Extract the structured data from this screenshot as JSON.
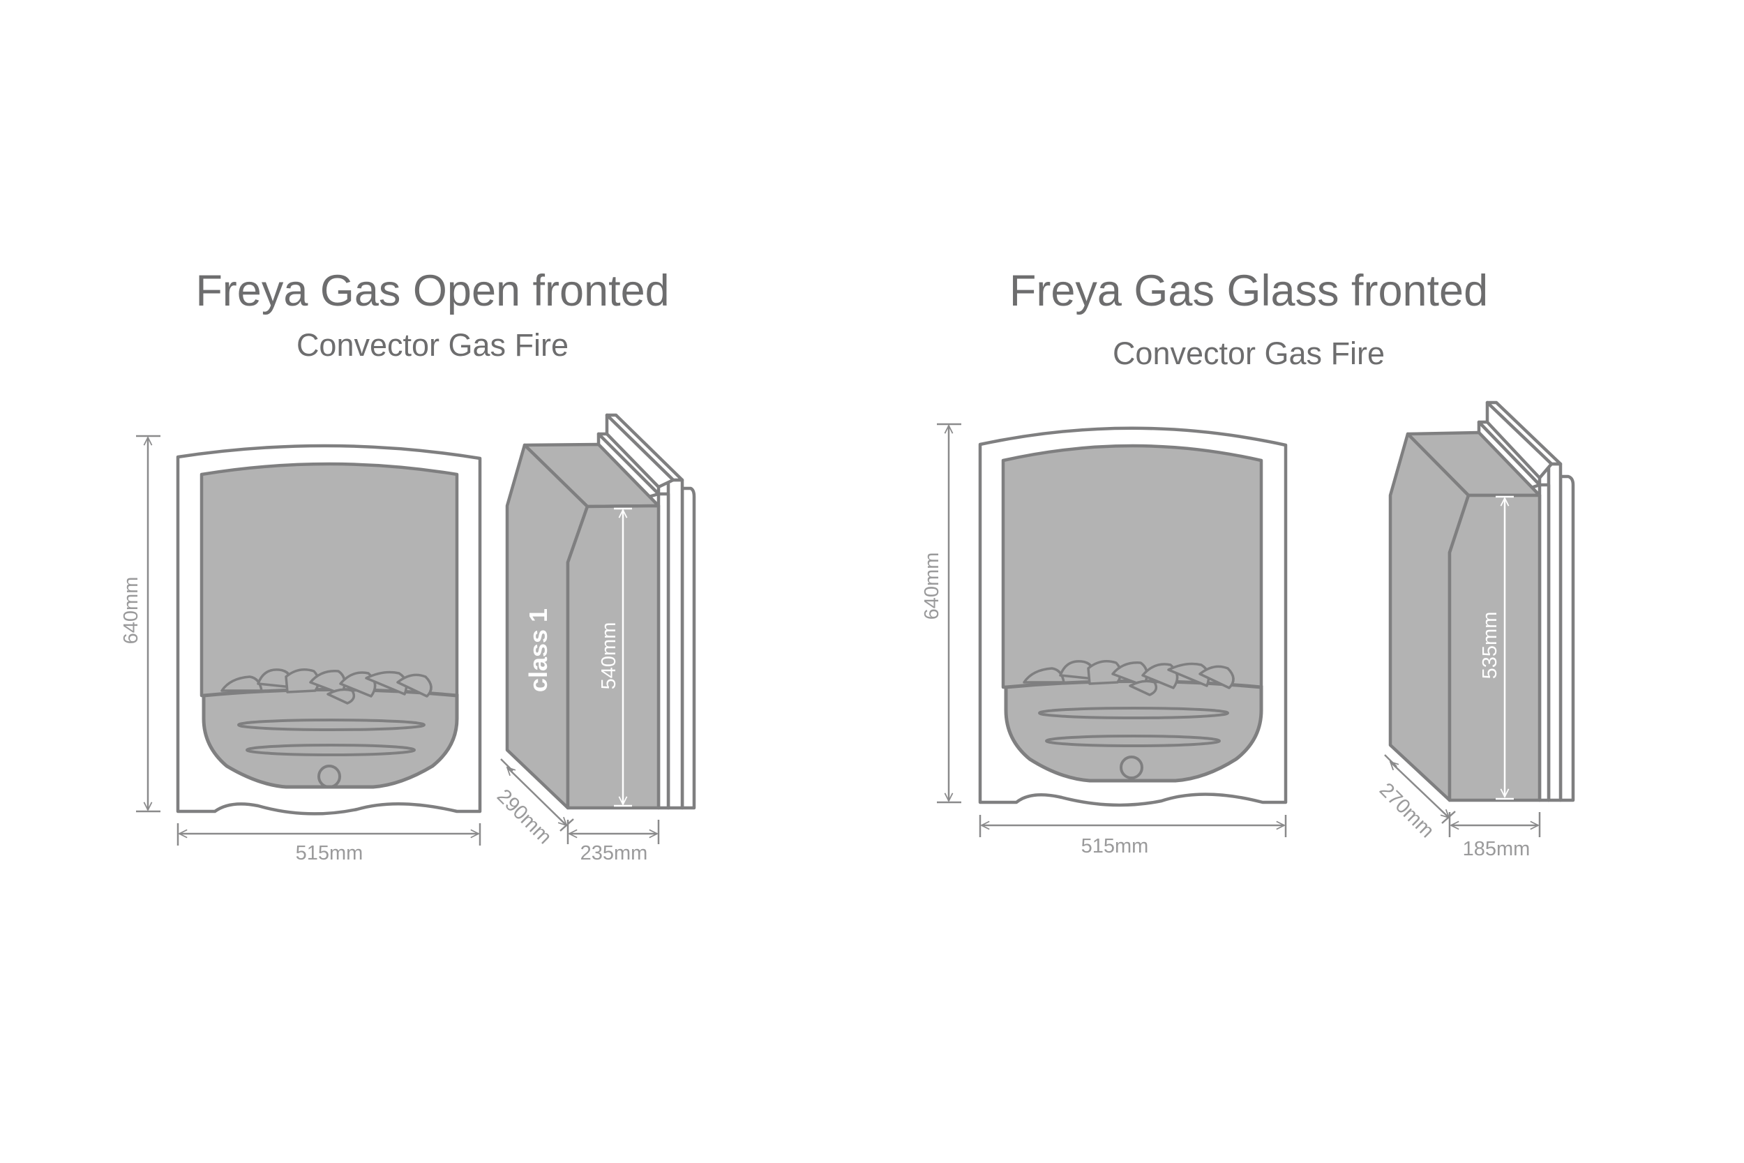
{
  "colors": {
    "outline": "#7f7f80",
    "fill": "#b3b3b3",
    "title_text": "#6d6d6e",
    "dimension_text": "#9a9a9b",
    "background": "#ffffff"
  },
  "products": [
    {
      "title": "Freya Gas Open fronted",
      "subtitle": "Convector Gas Fire",
      "front_view": {
        "height_label": "640mm",
        "width_label": "515mm"
      },
      "side_view": {
        "badge_label": "class 1",
        "inner_height_label": "540mm",
        "depth_label": "290mm",
        "width_label": "235mm"
      }
    },
    {
      "title": "Freya Gas Glass fronted",
      "subtitle": "Convector Gas Fire",
      "front_view": {
        "height_label": "640mm",
        "width_label": "515mm"
      },
      "side_view": {
        "badge_label": "",
        "inner_height_label": "535mm",
        "depth_label": "270mm",
        "width_label": "185mm"
      }
    }
  ]
}
